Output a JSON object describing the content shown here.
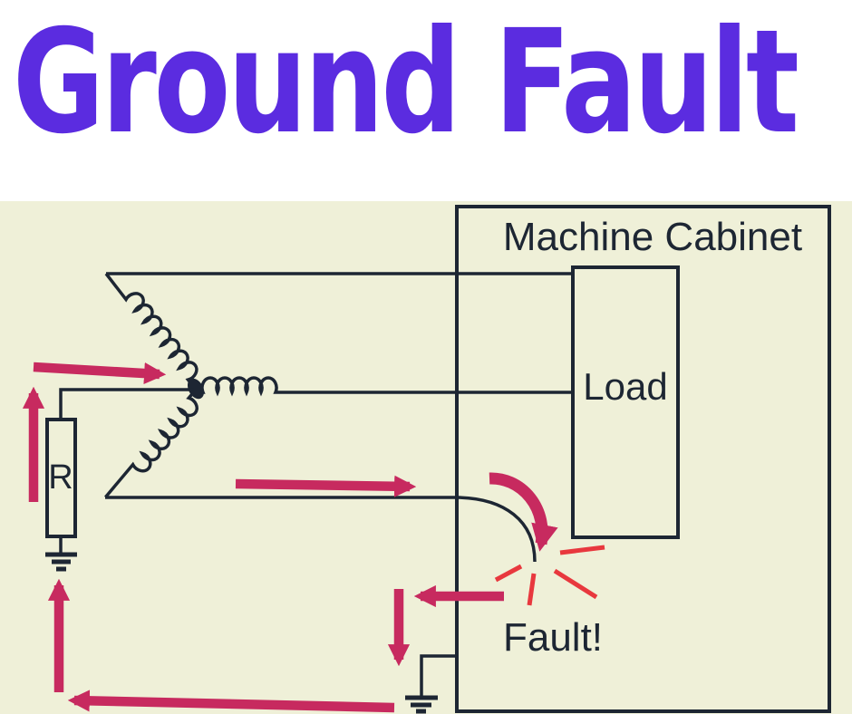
{
  "title": {
    "text": "Ground Fault"
  },
  "colors": {
    "title": "#5b2ce0",
    "page_bg": "#ffffff",
    "diagram_bg": "#eff0d8",
    "line": "#1d2633",
    "arrow": "#c72a5f",
    "spark": "#e8383e"
  },
  "diagram": {
    "labels": {
      "machine_cabinet": "Machine Cabinet",
      "load": "Load",
      "resistor": "R",
      "fault": "Fault!"
    },
    "components": [
      "three-phase-wye-source",
      "grounding-resistor",
      "earth-ground-source",
      "machine-cabinet",
      "load",
      "fault-point-spark",
      "earth-ground-cabinet",
      "fault-current-flow-arrows"
    ]
  }
}
